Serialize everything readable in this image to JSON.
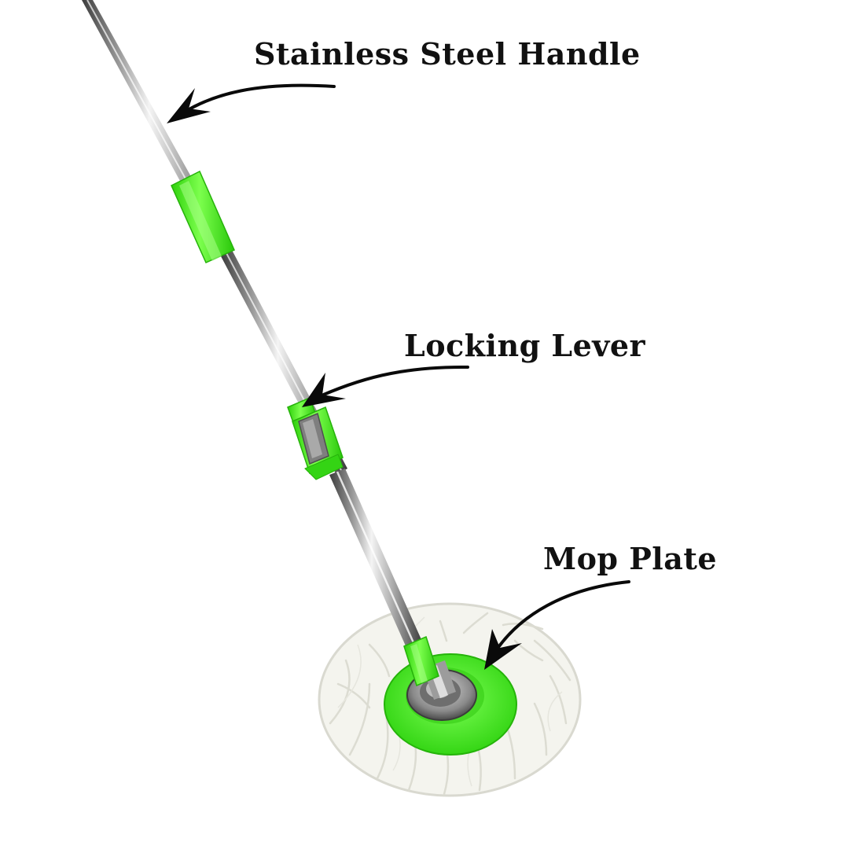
{
  "callouts": {
    "handle": "Stainless Steel Handle",
    "lever": "Locking Lever",
    "plate": "Mop Plate"
  },
  "colors": {
    "accent_green": "#43ee1d",
    "steel_light": "#eeeeee",
    "steel_dark": "#5a5a5a",
    "microfiber": "#f6f6f1",
    "label_text": "#111111"
  },
  "icons": {
    "arrow": "curved-arrow-icon"
  }
}
